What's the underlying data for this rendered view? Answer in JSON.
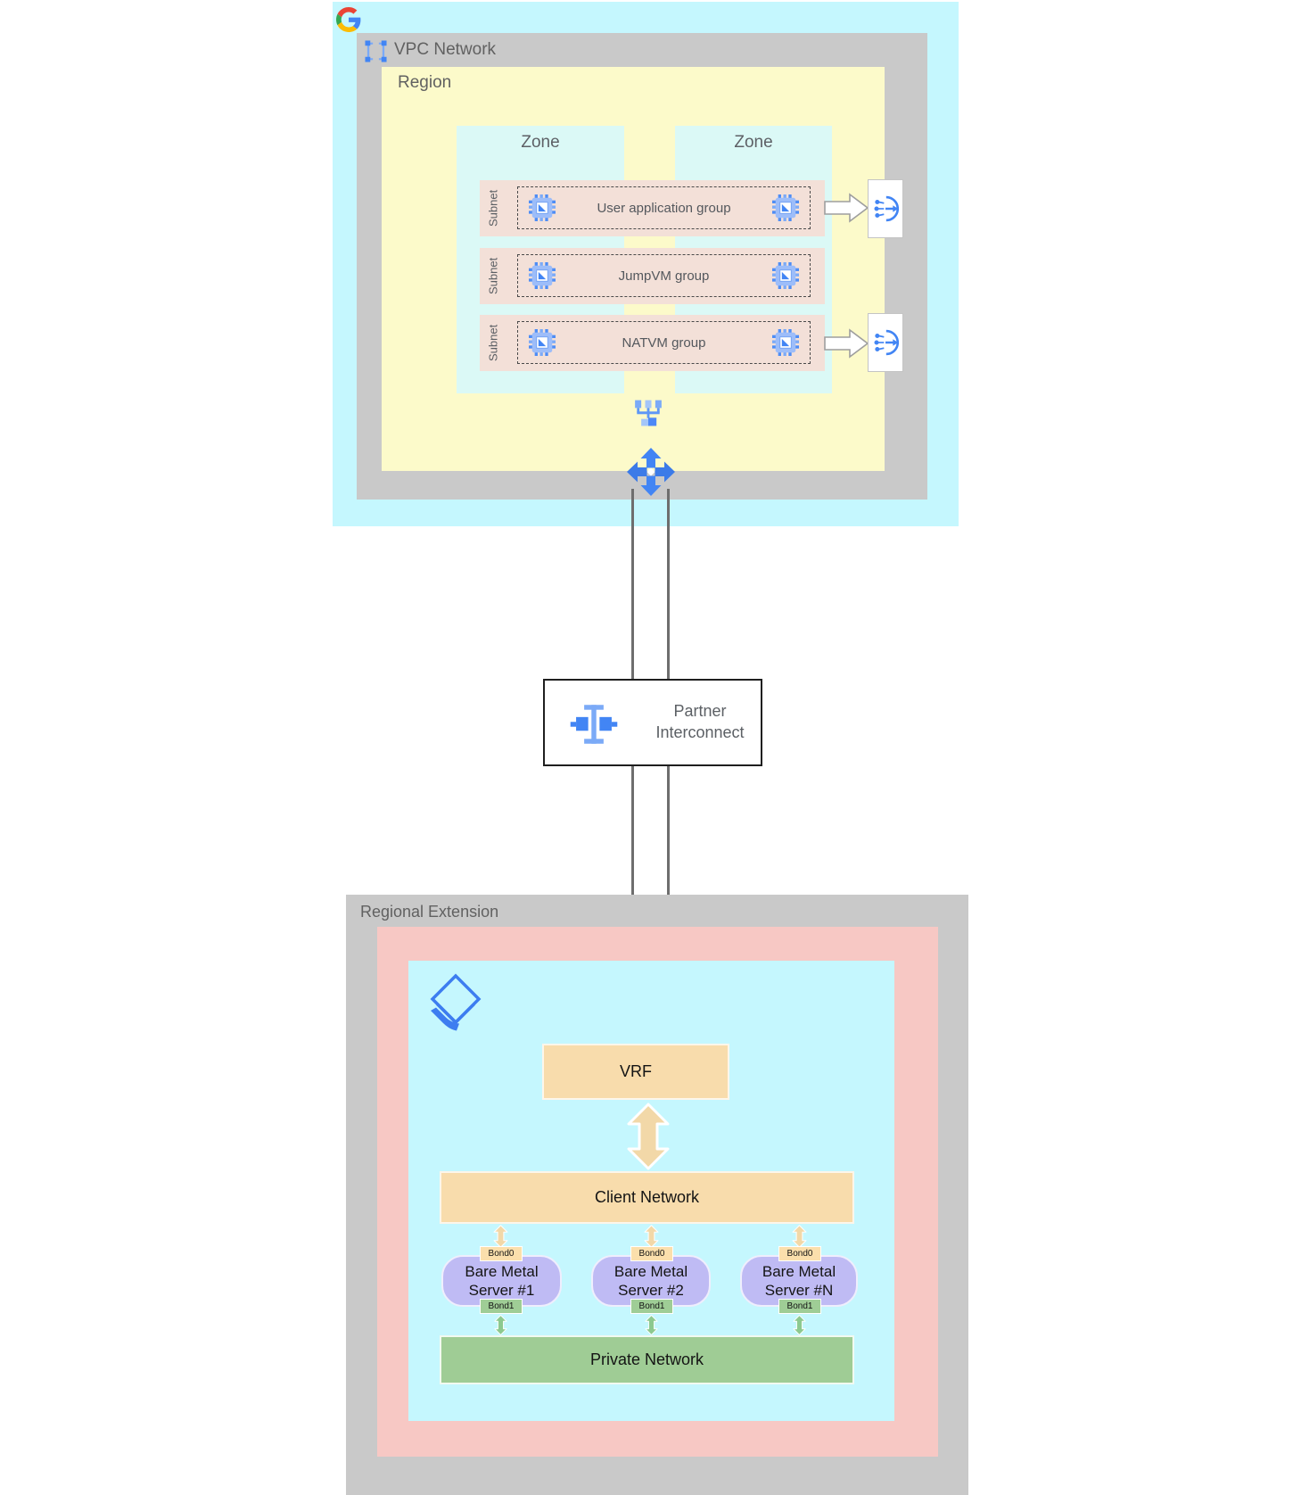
{
  "vpc": {
    "title": "VPC Network",
    "region": {
      "title": "Region",
      "zones": [
        "Zone",
        "Zone"
      ],
      "subnets": [
        {
          "label": "Subnet",
          "group": "User application group"
        },
        {
          "label": "Subnet",
          "group": "JumpVM group"
        },
        {
          "label": "Subnet",
          "group": "NATVM group"
        }
      ]
    }
  },
  "interconnect": {
    "line1": "Partner",
    "line2": "Interconnect"
  },
  "regional_extension": {
    "title": "Regional Extension",
    "vrf": "VRF",
    "client_network": "Client Network",
    "servers": [
      {
        "line1": "Bare Metal",
        "line2": "Server #1",
        "bond0": "Bond0",
        "bond1": "Bond1"
      },
      {
        "line1": "Bare Metal",
        "line2": "Server #2",
        "bond0": "Bond0",
        "bond1": "Bond1"
      },
      {
        "line1": "Bare Metal",
        "line2": "Server #N",
        "bond0": "Bond0",
        "bond1": "Bond1"
      }
    ],
    "private_network": "Private Network"
  },
  "icons": {
    "google_logo": "google-logo",
    "vpc_icon": "vpc-network-icon",
    "vm_icon": "compute-engine-icon",
    "lb_icon": "load-balancer-icon",
    "network_icon": "cloud-network-icon",
    "router_icon": "cloud-router-icon",
    "interconnect_icon": "partner-interconnect-icon",
    "layers_icon": "layers-diamond-icon"
  },
  "colors": {
    "outer_cyan": "#C5F7FE",
    "container_gray": "#C9C9C9",
    "region_yellow": "#FCFACA",
    "zone_cyan": "#DBF9F6",
    "subnet_rose": "#F3E0D8",
    "extension_pink": "#F7C8C4",
    "tan": "#F8DCAC",
    "green": "#9FCC95",
    "server_purple": "#BFBBF4",
    "google_blue": "#4285F4",
    "google_blue_light": "#7BAAF7",
    "label_gray": "#616161"
  }
}
